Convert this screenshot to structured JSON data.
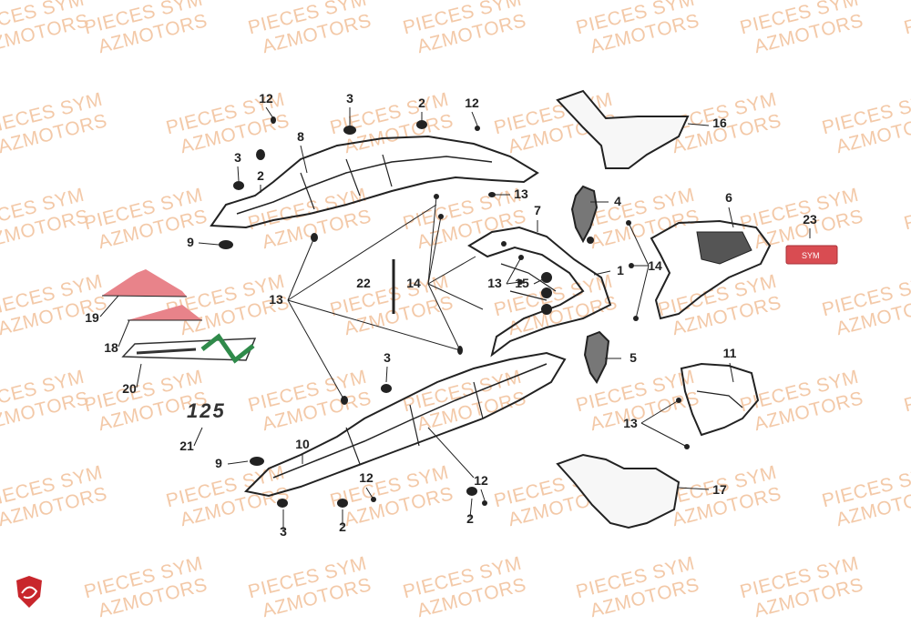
{
  "watermark": {
    "line1": "PIECES SYM",
    "line2": "AZMOTORS"
  },
  "callouts": [
    {
      "id": "c1",
      "text": "1"
    },
    {
      "id": "c2a",
      "text": "2"
    },
    {
      "id": "c2b",
      "text": "2"
    },
    {
      "id": "c2c",
      "text": "2"
    },
    {
      "id": "c2d",
      "text": "2"
    },
    {
      "id": "c3a",
      "text": "3"
    },
    {
      "id": "c3b",
      "text": "3"
    },
    {
      "id": "c3c",
      "text": "3"
    },
    {
      "id": "c3d",
      "text": "3"
    },
    {
      "id": "c4",
      "text": "4"
    },
    {
      "id": "c5",
      "text": "5"
    },
    {
      "id": "c6",
      "text": "6"
    },
    {
      "id": "c7",
      "text": "7"
    },
    {
      "id": "c8",
      "text": "8"
    },
    {
      "id": "c9a",
      "text": "9"
    },
    {
      "id": "c9b",
      "text": "9"
    },
    {
      "id": "c10",
      "text": "10"
    },
    {
      "id": "c11",
      "text": "11"
    },
    {
      "id": "c12a",
      "text": "12"
    },
    {
      "id": "c12b",
      "text": "12"
    },
    {
      "id": "c12c",
      "text": "12"
    },
    {
      "id": "c12d",
      "text": "12"
    },
    {
      "id": "c13a",
      "text": "13"
    },
    {
      "id": "c13b",
      "text": "13"
    },
    {
      "id": "c13c",
      "text": "13"
    },
    {
      "id": "c13d",
      "text": "13"
    },
    {
      "id": "c14a",
      "text": "14"
    },
    {
      "id": "c14b",
      "text": "14"
    },
    {
      "id": "c15",
      "text": "15"
    },
    {
      "id": "c16",
      "text": "16"
    },
    {
      "id": "c17",
      "text": "17"
    },
    {
      "id": "c18",
      "text": "18"
    },
    {
      "id": "c19",
      "text": "19"
    },
    {
      "id": "c20",
      "text": "20"
    },
    {
      "id": "c21",
      "text": "21"
    },
    {
      "id": "c22",
      "text": "22"
    },
    {
      "id": "c23",
      "text": "23"
    }
  ],
  "decals": {
    "model_text": "125",
    "badge_text": "SYM"
  },
  "colors": {
    "watermark": "#f3c9a8",
    "line": "#222222",
    "decal_red": "#e8838a",
    "decal_green": "#2f8a4a",
    "badge_red": "#d94c52"
  }
}
